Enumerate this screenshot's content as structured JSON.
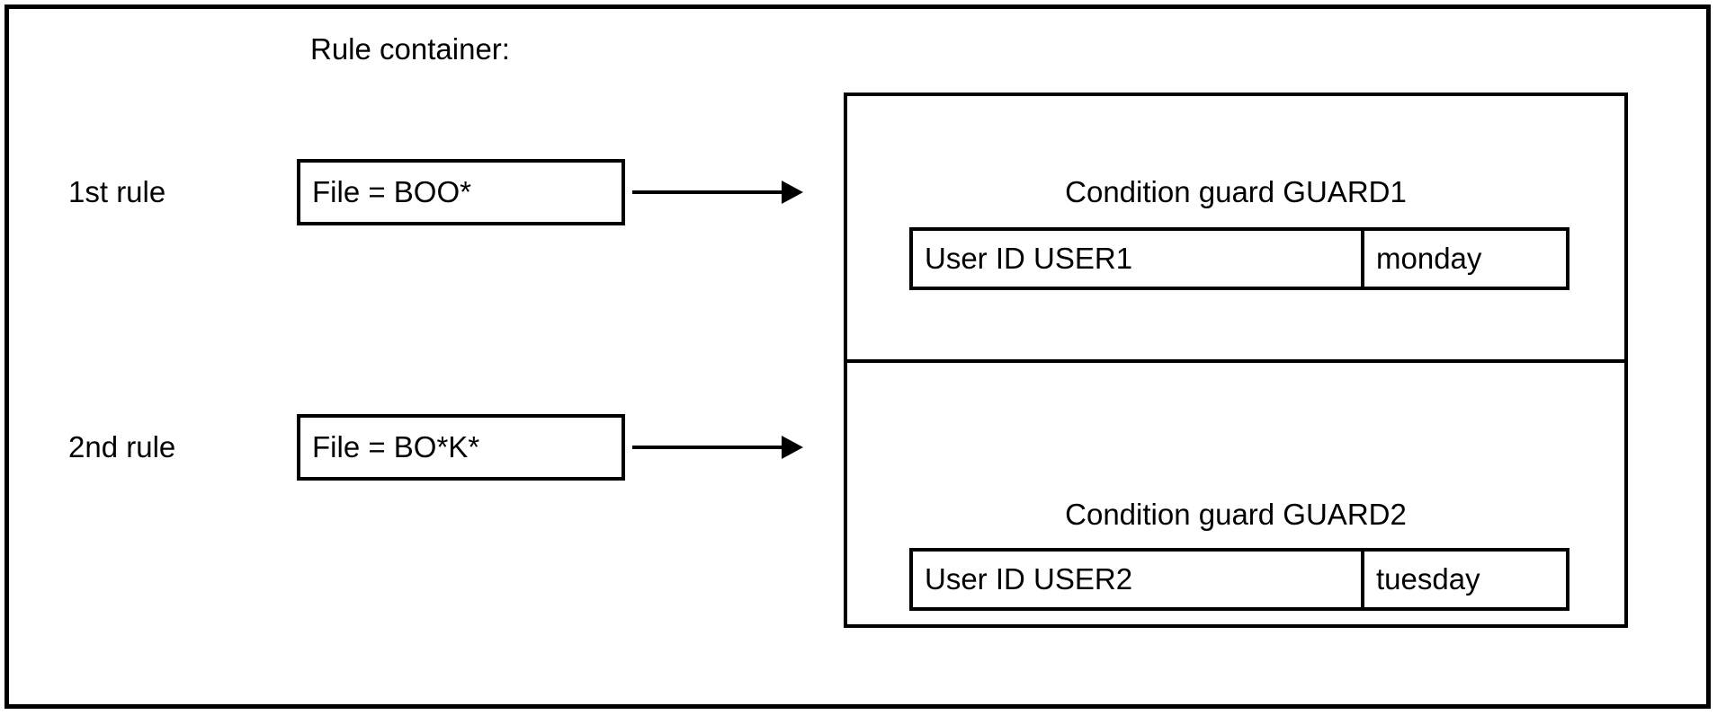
{
  "diagram": {
    "container_label": "Rule container:",
    "colors": {
      "line": "#000000",
      "background": "#ffffff"
    },
    "rules": [
      {
        "label": "1st rule",
        "condition": "File = BOO*",
        "arrow": "right-arrow",
        "guard": {
          "title": "Condition guard GUARD1",
          "user": "User ID USER1",
          "day": "monday"
        }
      },
      {
        "label": "2nd rule",
        "condition": "File = BO*K*",
        "arrow": "right-arrow",
        "guard": {
          "title": "Condition guard GUARD2",
          "user": "User ID USER2",
          "day": "tuesday"
        }
      }
    ]
  }
}
